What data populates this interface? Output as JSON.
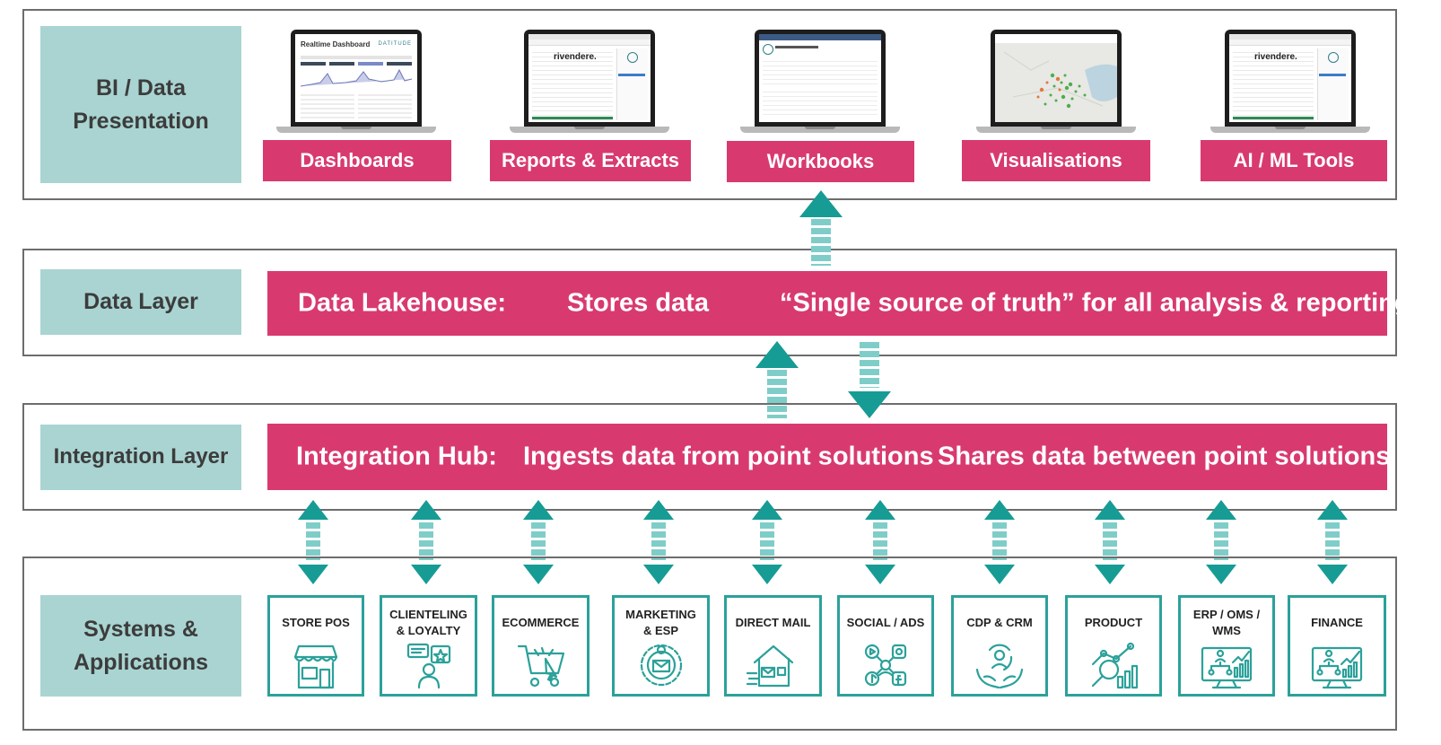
{
  "layers": {
    "bi": {
      "label": "BI / Data\nPresentation",
      "tools": [
        {
          "label": "Dashboards",
          "screen": "dashboard",
          "screen_title": "Realtime Dashboard",
          "screen_brand": "DATITUDE"
        },
        {
          "label": "Reports & Extracts",
          "screen": "report",
          "screen_brand": "rivendere."
        },
        {
          "label": "Workbooks",
          "screen": "workbook"
        },
        {
          "label": "Visualisations",
          "screen": "map"
        },
        {
          "label": "AI / ML Tools",
          "screen": "report",
          "screen_brand": "rivendere."
        }
      ]
    },
    "data": {
      "label": "Data Layer",
      "bar": [
        "Data Lakehouse:",
        "Stores data",
        "“Single source of truth” for all analysis & reporting"
      ]
    },
    "integration": {
      "label": "Integration Layer",
      "bar": [
        "Integration Hub:",
        "Ingests data from point solutions",
        "Shares data between point solutions"
      ]
    },
    "systems": {
      "label": "Systems &\nApplications",
      "items": [
        {
          "label": "STORE POS",
          "icon": "storefront-icon"
        },
        {
          "label": "CLIENTELING\n& LOYALTY",
          "icon": "loyalty-icon"
        },
        {
          "label": "ECOMMERCE",
          "icon": "shopping-cart-icon"
        },
        {
          "label": "MARKETING\n& ESP",
          "icon": "email-marketing-icon"
        },
        {
          "label": "DIRECT MAIL",
          "icon": "house-mail-icon"
        },
        {
          "label": "SOCIAL / ADS",
          "icon": "social-network-icon"
        },
        {
          "label": "CDP & CRM",
          "icon": "customer-care-icon"
        },
        {
          "label": "PRODUCT",
          "icon": "product-analytics-icon"
        },
        {
          "label": "ERP / OMS /\nWMS",
          "icon": "org-chart-icon"
        },
        {
          "label": "FINANCE",
          "icon": "finance-chart-icon"
        }
      ]
    }
  },
  "colors": {
    "accent": "#d83a6f",
    "label_bg": "#a9d4d2",
    "arrow": "#169c95",
    "arrow_light": "#7fcdc8",
    "system_border": "#2ba19a"
  }
}
